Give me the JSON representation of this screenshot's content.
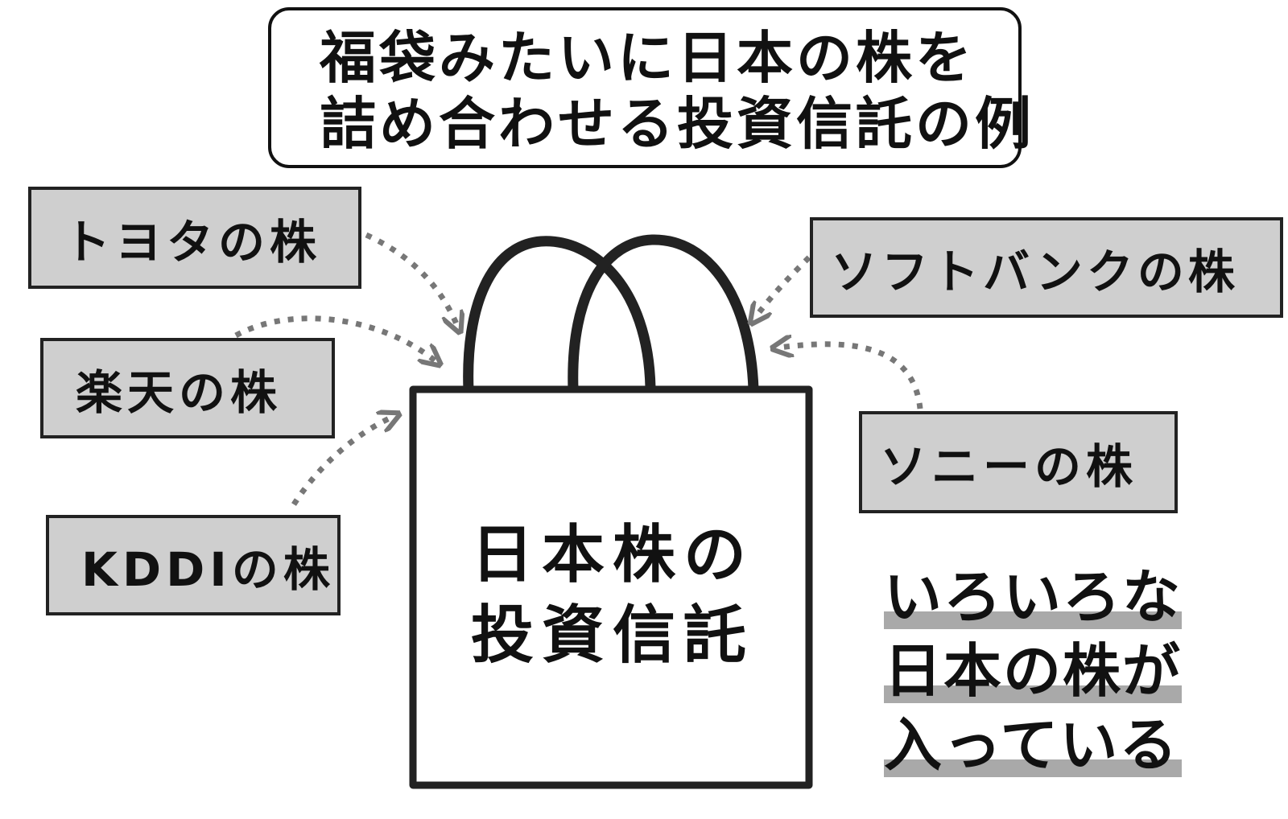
{
  "title": {
    "line1": "福袋みたいに日本の株を",
    "line2": "詰め合わせる投資信託の例"
  },
  "stocks": {
    "toyota": "トヨタの株",
    "rakuten": "楽天の株",
    "kddi": "KDDIの株",
    "softbank": "ソフトバンクの株",
    "sony": "ソニーの株"
  },
  "bag": {
    "line1": "日本株の",
    "line2": "投資信託"
  },
  "note": {
    "line1": "いろいろな",
    "line2": "日本の株が",
    "line3": "入っている"
  },
  "colors": {
    "box_fill": "#cfcfcf",
    "arrow": "#777777",
    "highlight": "#a9a9a9",
    "outline": "#222222"
  }
}
